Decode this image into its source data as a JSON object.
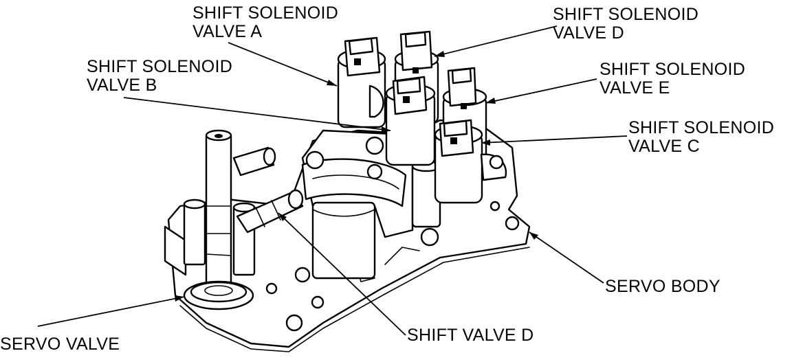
{
  "labels": {
    "ssv_a": [
      "SHIFT SOLENOID",
      "VALVE A"
    ],
    "ssv_b": [
      "SHIFT SOLENOID",
      "VALVE B"
    ],
    "ssv_c": [
      "SHIFT SOLENOID",
      "VALVE C"
    ],
    "ssv_d": [
      "SHIFT SOLENOID",
      "VALVE D"
    ],
    "ssv_e": [
      "SHIFT SOLENOID",
      "VALVE E"
    ],
    "servo_body": "SERVO BODY",
    "servo_valve": "SERVO VALVE",
    "shift_valve_d": "SHIFT VALVE D"
  }
}
